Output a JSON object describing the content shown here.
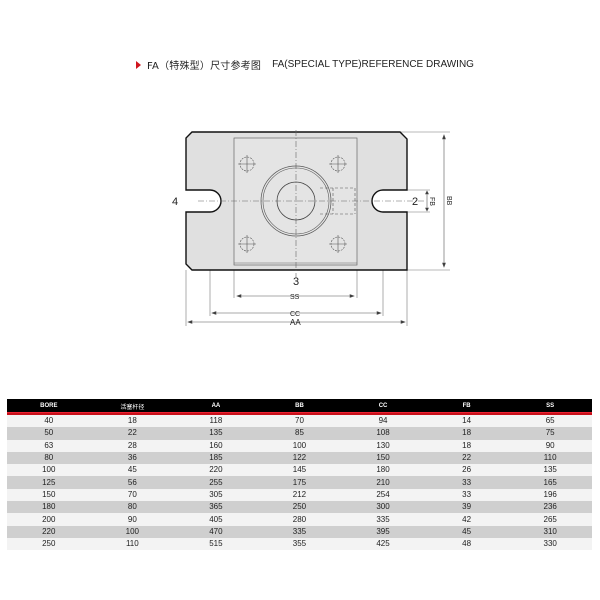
{
  "title": {
    "cn": "FA（特殊型）尺寸参考图",
    "en": "FA(SPECIAL TYPE)REFERENCE DRAWING",
    "accent_color": "#d0151e"
  },
  "drawing": {
    "labels": {
      "port_left": "4",
      "port_right": "2",
      "port_bottom": "3",
      "fb": "FB",
      "bb": "BB",
      "ss": "SS",
      "cc": "CC",
      "aa": "AA"
    }
  },
  "table": {
    "headers": [
      "BORE",
      "活塞杆径",
      "AA",
      "BB",
      "CC",
      "FB",
      "SS"
    ],
    "rows": [
      [
        "40",
        "18",
        "118",
        "70",
        "94",
        "14",
        "65"
      ],
      [
        "50",
        "22",
        "135",
        "85",
        "108",
        "18",
        "75"
      ],
      [
        "63",
        "28",
        "160",
        "100",
        "130",
        "18",
        "90"
      ],
      [
        "80",
        "36",
        "185",
        "122",
        "150",
        "22",
        "110"
      ],
      [
        "100",
        "45",
        "220",
        "145",
        "180",
        "26",
        "135"
      ],
      [
        "125",
        "56",
        "255",
        "175",
        "210",
        "33",
        "165"
      ],
      [
        "150",
        "70",
        "305",
        "212",
        "254",
        "33",
        "196"
      ],
      [
        "180",
        "80",
        "365",
        "250",
        "300",
        "39",
        "236"
      ],
      [
        "200",
        "90",
        "405",
        "280",
        "335",
        "42",
        "265"
      ],
      [
        "220",
        "100",
        "470",
        "335",
        "395",
        "45",
        "310"
      ],
      [
        "250",
        "110",
        "515",
        "355",
        "425",
        "48",
        "330"
      ]
    ],
    "header_bg": "#000000",
    "header_rule": "#c8101a",
    "row_light": "#f3f3f3",
    "row_dark": "#cfcfcf"
  }
}
